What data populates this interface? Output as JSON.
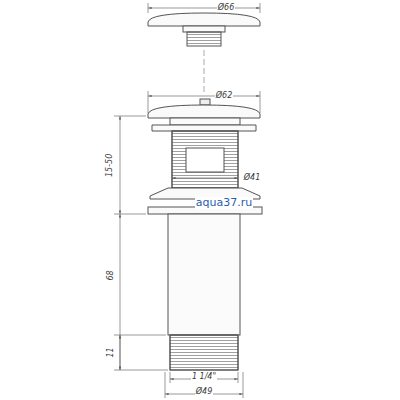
{
  "diagram": {
    "labels": [
      "Ø66",
      "Ø62",
      "15-50",
      "Ø41",
      "aqua37.ru",
      "68",
      "11",
      "1 1/4\"",
      "Ø49"
    ]
  }
}
